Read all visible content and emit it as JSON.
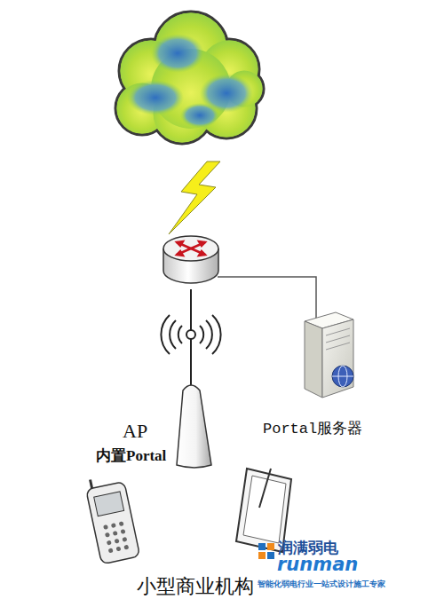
{
  "diagram": {
    "caption": "小型商业机构",
    "nodes": [
      {
        "text": [
          "AP",
          "内置Portal"
        ]
      },
      {
        "text": [
          "Portal服务器"
        ]
      }
    ],
    "labels": [
      "润满弱电",
      "runman",
      "智能化弱电行业一站式设计施工专家"
    ]
  }
}
